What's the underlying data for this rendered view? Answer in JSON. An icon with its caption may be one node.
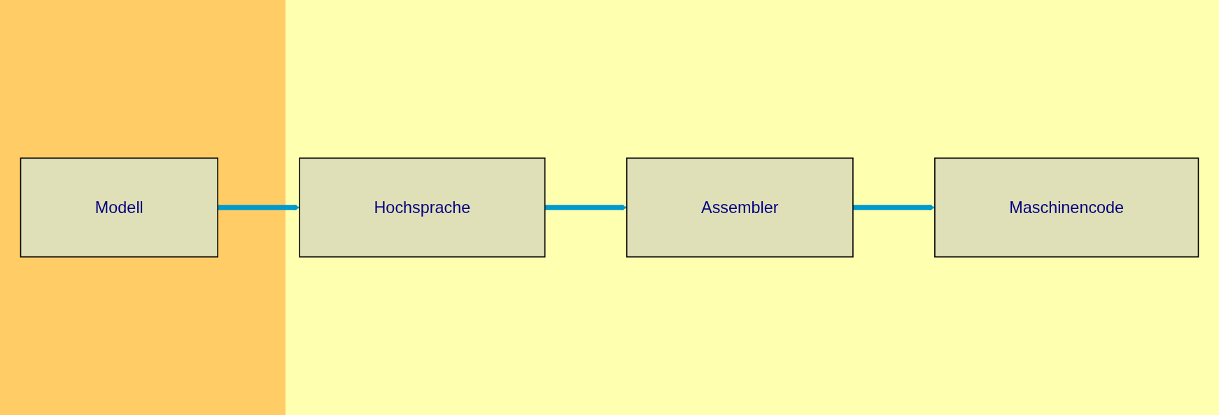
{
  "diagram": {
    "nodes": [
      {
        "text": [
          "Modell"
        ]
      },
      {
        "text": [
          "Hochsprache"
        ]
      },
      {
        "text": [
          "Assembler"
        ]
      },
      {
        "text": [
          "Maschinencode"
        ]
      }
    ],
    "edges": [
      {
        "from": 0,
        "to": 1,
        "arrow": "to"
      },
      {
        "from": 1,
        "to": 2,
        "arrow": "to"
      },
      {
        "from": 2,
        "to": 3,
        "arrow": "to"
      }
    ]
  }
}
